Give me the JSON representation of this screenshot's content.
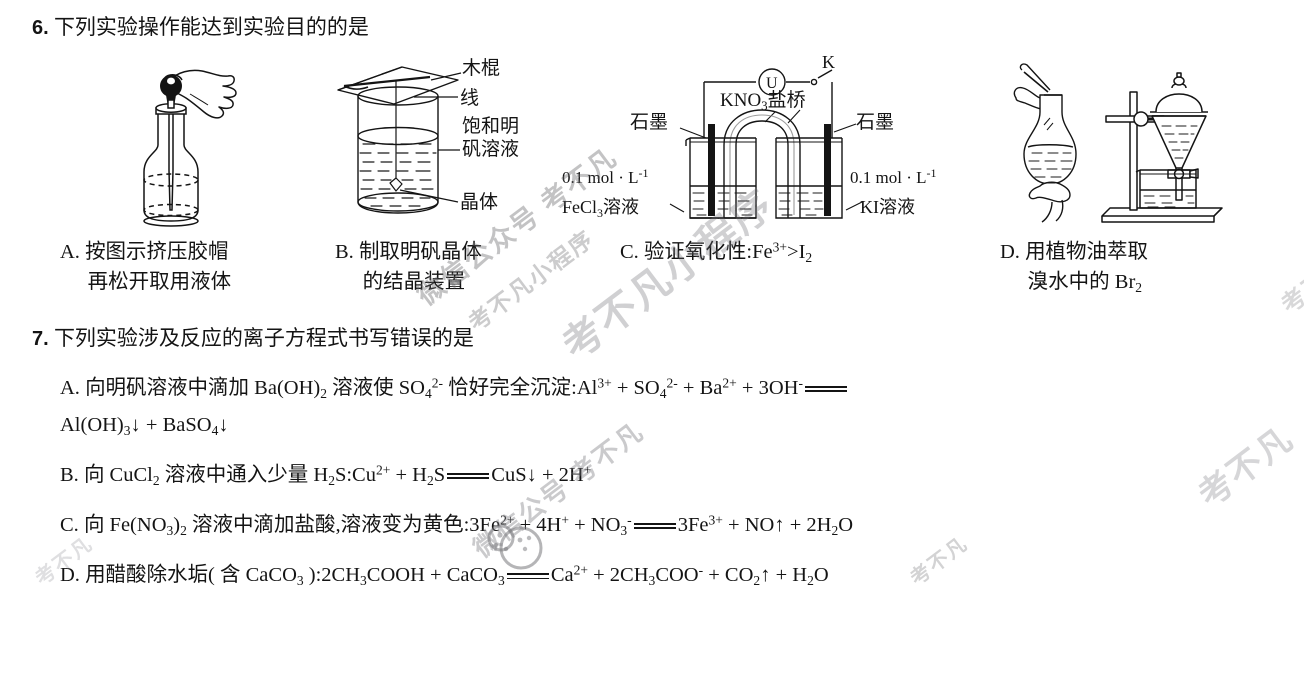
{
  "questions": [
    {
      "number": "6.",
      "stem": "下列实验操作能达到实验目的的是",
      "options": [
        {
          "label": "A.",
          "line1": "按图示挤压胶帽",
          "line2": "再松开取用液体"
        },
        {
          "label": "B.",
          "line1": "制取明矾晶体",
          "line2": "的结晶装置"
        },
        {
          "label": "C.",
          "line1": "验证氧化性:Fe",
          "line1_sup": "3+",
          "line1_tail": ">I",
          "line1_sub": "2",
          "line2": ""
        },
        {
          "label": "D.",
          "line1": "用植物油萃取",
          "line2": "溴水中的 Br",
          "line2_sub": "2"
        }
      ]
    },
    {
      "number": "7.",
      "stem": "下列实验涉及反应的离子方程式书写错误的是"
    }
  ],
  "figures": {
    "a": {
      "name": "dropper-bottle",
      "labels": []
    },
    "b": {
      "name": "alum-crystallization-beaker",
      "labels": [
        {
          "id": "wooden-stick",
          "text": "木棍"
        },
        {
          "id": "thread",
          "text": "线"
        },
        {
          "id": "saturated-alum-solution",
          "text": "饱和明矾溶液"
        },
        {
          "id": "crystal",
          "text": "晶体"
        }
      ]
    },
    "c": {
      "name": "galvanic-cell-salt-bridge",
      "labels": [
        {
          "id": "voltmeter",
          "text": "U"
        },
        {
          "id": "switch",
          "text": "K"
        },
        {
          "id": "salt-bridge",
          "text": "KNO3盐桥",
          "pre": "KNO",
          "sub": "3",
          "post": "盐桥"
        },
        {
          "id": "graphite-left",
          "text": "石墨"
        },
        {
          "id": "graphite-right",
          "text": "石墨"
        },
        {
          "id": "concentration-left",
          "text": "0.1 mol · L-1",
          "value": "0.1 mol · L",
          "sup": "-1"
        },
        {
          "id": "concentration-right",
          "text": "0.1 mol · L-1",
          "value": "0.1 mol · L",
          "sup": "-1"
        },
        {
          "id": "fecl3-solution",
          "pre": "FeCl",
          "sub": "3",
          "post": "溶液"
        },
        {
          "id": "ki-solution",
          "text": "KI溶液"
        }
      ]
    },
    "d": {
      "name": "separating-funnel-extraction",
      "labels": []
    }
  },
  "q7_options": [
    {
      "label": "A.",
      "desc_pre": "向明矾溶液中滴加 Ba(OH)",
      "desc_sub": "2",
      "desc_mid": " 溶液使 SO",
      "so4_sub": "4",
      "so4_sup": "2-",
      "desc_post": " 恰好完全沉淀:Al",
      "al_sup": "3+",
      "eq1": " + SO",
      "eq1_sub": "4",
      "eq1_sup": "2-",
      "eq2": " + Ba",
      "eq2_sup": "2+",
      "eq3": " + 3OH",
      "eq3_sup": "-",
      "cont_pre": "Al(OH)",
      "cont_sub": "3",
      "cont_mid": "↓ + BaSO",
      "cont_sub2": "4",
      "cont_post": "↓"
    },
    {
      "label": "B.",
      "desc_pre": "向 CuCl",
      "desc_sub": "2",
      "desc_mid": " 溶液中通入少量 H",
      "h2s_sub": "2",
      "h2s_post": "S:Cu",
      "cu_sup": "2+",
      "plus": " + H",
      "plus_sub": "2",
      "plus_post": "S",
      "prod": "CuS↓ + 2H",
      "prod_sup": "+"
    },
    {
      "label": "C.",
      "desc_pre": "向 Fe(NO",
      "desc_sub": "3",
      "desc_mid": ")",
      "desc_sub2": "2",
      "desc_post": " 溶液中滴加盐酸,溶液变为黄色:3Fe",
      "fe_sup": "2+",
      "eq1": " + 4H",
      "eq1_sup": "+",
      "eq2": " + NO",
      "eq2_sub": "3",
      "eq2_sup": "-",
      "prod_pre": "3Fe",
      "prod_sup": "3+",
      "prod_mid": " + NO↑ + 2H",
      "prod_sub": "2",
      "prod_post": "O"
    },
    {
      "label": "D.",
      "desc_pre": "用醋酸除水垢( 含 CaCO",
      "desc_sub": "3",
      "desc_mid": " ):2CH",
      "ch3_sub": "3",
      "ch3_post": "COOH + CaCO",
      "caco3_sub": "3",
      "prod_pre": "Ca",
      "prod_sup": "2+",
      "prod_mid": " + 2CH",
      "prod_sub": "3",
      "prod_mid2": "COO",
      "prod_sup2": "-",
      "prod_mid3": " + CO",
      "prod_sub2": "2",
      "prod_post": "↑ + H",
      "prod_sub3": "2",
      "prod_end": "O"
    }
  ],
  "watermarks": {
    "a": "微信公众号 考不凡",
    "b": "考不凡小程序",
    "c": "考不凡小程序",
    "d": "微信公号 考不凡",
    "e": "考不凡",
    "f": "考不凡",
    "g": "考不凡",
    "h": "考不凡"
  },
  "colors": {
    "ink": "#141414",
    "watermark": "#69696c",
    "paper": "#ffffff"
  }
}
